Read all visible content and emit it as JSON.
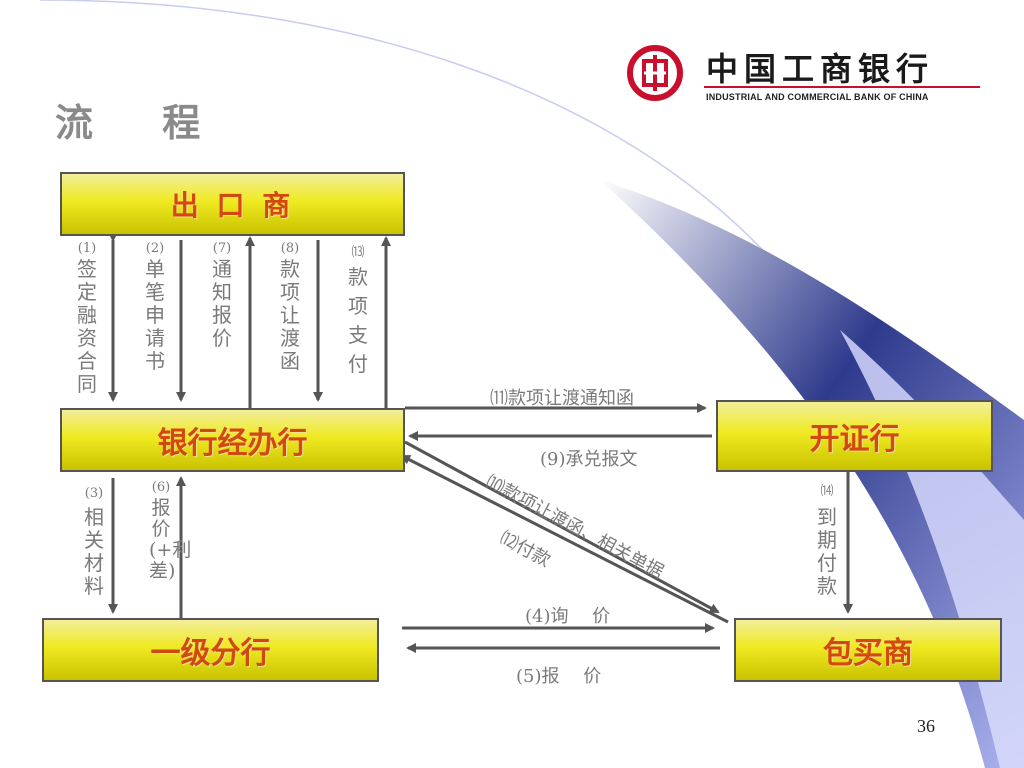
{
  "title": "流 程",
  "logo": {
    "name_cn": "中国工商银行",
    "name_en": "INDUSTRIAL AND COMMERCIAL BANK OF CHINA"
  },
  "page_number": "36",
  "colors": {
    "box_text": "#d2480e",
    "arrow": "#555555",
    "label": "#7a7a7a",
    "logo_red": "#c8102e",
    "accent_band": "#8a8fd6"
  },
  "nodes": {
    "exporter": "出 口 商",
    "handling_bank": "银行经办行",
    "issuing_bank": "开证行",
    "tier1_branch": "一级分行",
    "forfaiter": "包买商"
  },
  "edges": {
    "e1": {
      "num": "(1)",
      "text": "签定融资合同"
    },
    "e2": {
      "num": "(2)",
      "text": "单笔申请书"
    },
    "e7": {
      "num": "(7)",
      "text": "通知报价"
    },
    "e8": {
      "num": "(8)",
      "text": "款项让渡函"
    },
    "e13": {
      "num": "⒀",
      "text": "款项支付"
    },
    "e3": {
      "num": "(3)",
      "text": "相关材料"
    },
    "e6": {
      "num": "(6)",
      "text": "报价(+利差)"
    },
    "e14": {
      "num": "⒁",
      "text": "到期付款"
    },
    "e11": "⑾款项让渡通知函",
    "e9": "(9)承兑报文",
    "e10": "⑽款项让渡函、相关单据",
    "e12": "⑿付款",
    "e4": "(4)询　 价",
    "e5": "(5)报　 价"
  }
}
